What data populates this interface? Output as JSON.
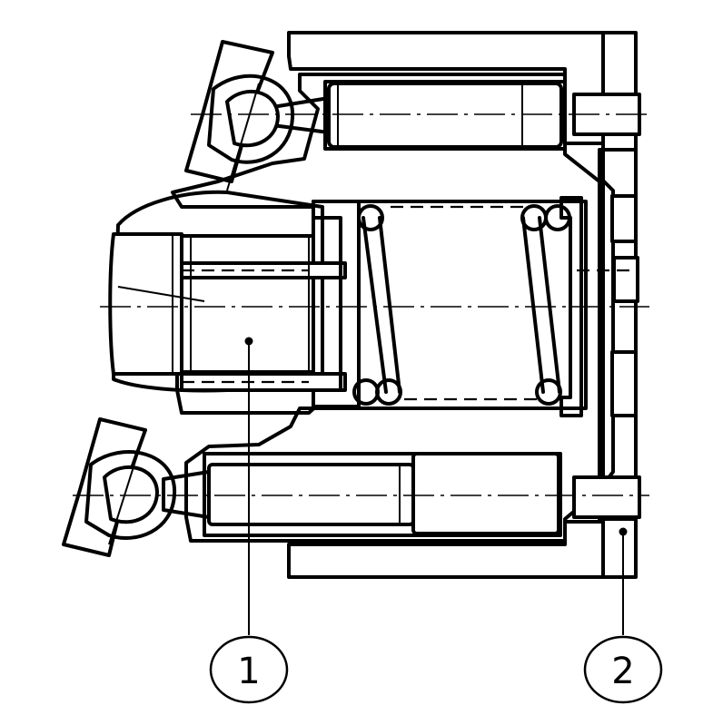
{
  "drawing": {
    "type": "technical cross-section",
    "stroke_color": "#000000",
    "background_color": "#ffffff"
  },
  "callouts": [
    {
      "label": "1"
    },
    {
      "label": "2"
    }
  ]
}
